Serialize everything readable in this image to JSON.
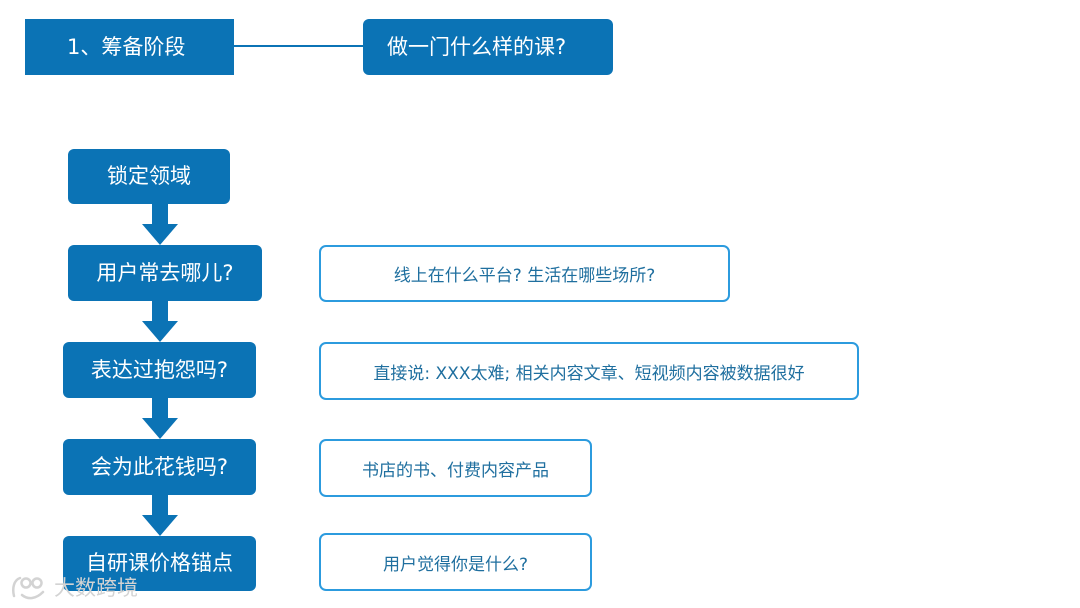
{
  "stage": {
    "label": "1、筹备阶段",
    "question": "做一门什么样的课?"
  },
  "steps": [
    {
      "label": "锁定领域"
    },
    {
      "label": "用户常去哪儿?"
    },
    {
      "label": "表达过抱怨吗?"
    },
    {
      "label": "会为此花钱吗?"
    },
    {
      "label": "自研课价格锚点"
    }
  ],
  "notes": [
    {
      "text": "线上在什么平台? 生活在哪些场所?"
    },
    {
      "text": "直接说: XXX太难; 相关内容文章、短视频内容被数据很好"
    },
    {
      "text": "书店的书、付费内容产品"
    },
    {
      "text": "用户觉得你是什么?"
    }
  ],
  "watermark": {
    "text": "大数跨境",
    "icon": "brand-logo-icon"
  },
  "colors": {
    "primary": "#0b73b5",
    "note_border": "#2c9bde",
    "note_text": "#1f6f9f",
    "watermark": "#d3d3d3"
  }
}
